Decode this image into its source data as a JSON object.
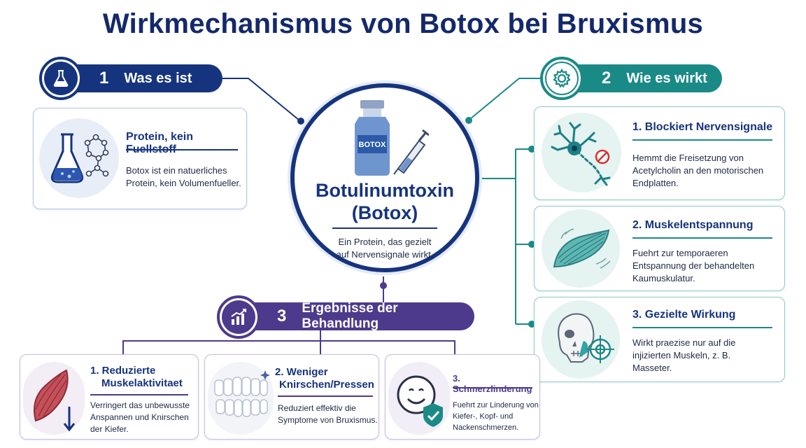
{
  "title": "Wirkmechanismus von Botox bei Bruxismus",
  "center": {
    "vial_label": "BOTOX",
    "title_line1": "Botulinumtoxin",
    "title_line2": "(Botox)",
    "text_line1": "Ein Protein, das gezielt",
    "text_line2": "auf Nervensignale wirkt."
  },
  "section1": {
    "number": "1",
    "label": "Was es ist",
    "card": {
      "title": "Protein, kein Fuellstoff",
      "text_line1": "Botox ist ein natuerliches",
      "text_line2": "Protein, kein Volumenfueller."
    }
  },
  "section2": {
    "number": "2",
    "label": "Wie es wirkt",
    "cards": [
      {
        "title": "1. Blockiert Nervensignale",
        "lines": [
          "Hemmt die Freisetzung von",
          "Acetylcholin an den motorischen",
          "Endplatten."
        ]
      },
      {
        "title": "2. Muskelentspannung",
        "lines": [
          "Fuehrt zur temporaeren",
          "Entspannung der behandelten",
          "Kaumuskulatur."
        ]
      },
      {
        "title": "3. Gezielte Wirkung",
        "lines": [
          "Wirkt praezise nur auf die",
          "injizierten Muskeln, z. B.",
          "Masseter."
        ]
      }
    ]
  },
  "section3": {
    "number": "3",
    "label": "Ergebnisse der Behandlung",
    "cards": [
      {
        "title_line1": "1. Reduzierte",
        "title_line2": "Muskelaktivitaet",
        "lines": [
          "Verringert das unbewusste",
          "Anspannen und Knirschen",
          "der Kiefer."
        ]
      },
      {
        "title_line1": "2. Weniger",
        "title_line2": "Knirschen/Pressen",
        "lines": [
          "Reduziert effektiv die",
          "Symptome von Bruxismus."
        ]
      },
      {
        "title_line1": "3. Schmerzlinderung",
        "title_line2": "",
        "lines": [
          "Fuehrt zur Linderung von",
          "Kiefer-, Kopf- und",
          "Nackenschmerzen."
        ]
      }
    ]
  },
  "colors": {
    "navy": "#16347e",
    "teal": "#1a8a87",
    "purple": "#4d3a8c"
  },
  "icons": [
    "flask-icon",
    "gear-icon",
    "chart-icon",
    "vial-icon",
    "syringe-icon",
    "neuron-icon",
    "muscle-icon",
    "skull-icon",
    "target-icon",
    "teeth-icon",
    "smiley-icon",
    "shield-check-icon"
  ]
}
